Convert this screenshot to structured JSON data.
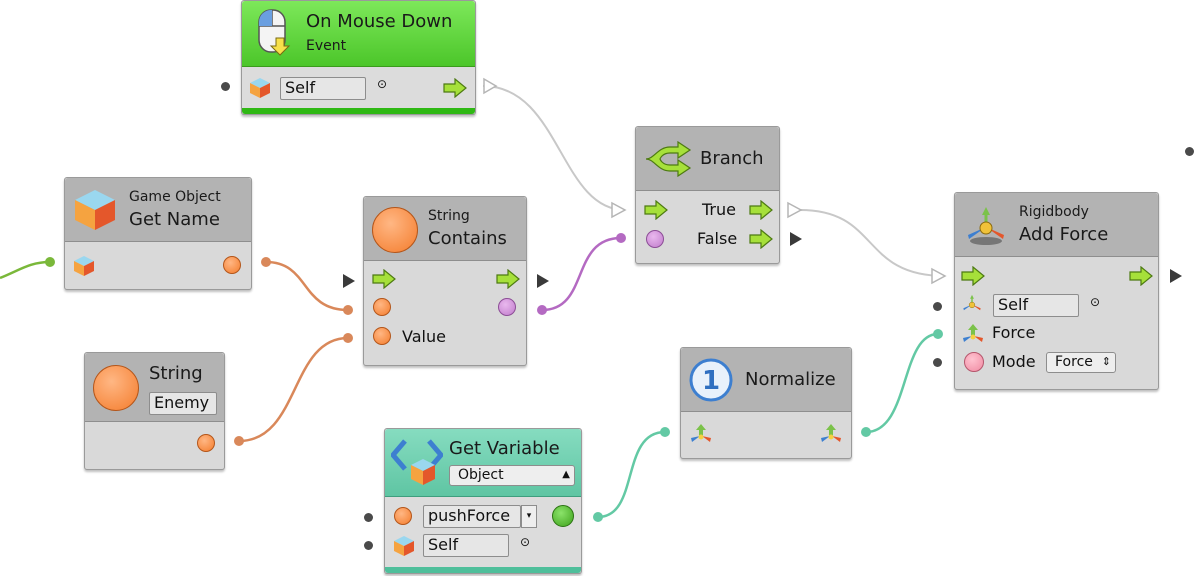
{
  "nodes": {
    "on_mouse_down": {
      "title": "On Mouse Down",
      "subtitle": "Event",
      "target": "Self"
    },
    "get_name": {
      "category": "Game Object",
      "title": "Get Name"
    },
    "string_const": {
      "title": "String",
      "value": "Enemy"
    },
    "string_contains": {
      "category": "String",
      "title": "Contains",
      "value_label": "Value"
    },
    "branch": {
      "title": "Branch",
      "true_label": "True",
      "false_label": "False"
    },
    "get_variable": {
      "title": "Get Variable",
      "type_option": "Object",
      "variable": "pushForce",
      "target": "Self"
    },
    "normalize": {
      "title": "Normalize"
    },
    "add_force": {
      "category": "Rigidbody",
      "title": "Add Force",
      "target": "Self",
      "force_label": "Force",
      "mode_label": "Mode",
      "mode_value": "Force"
    }
  },
  "colors": {
    "event_header": "#5ed63c",
    "variable_header": "#6ecfae",
    "flow_wire": "#c8c8c8",
    "string_wire": "#d9885a",
    "bool_wire": "#b46ac2",
    "vector_wire": "#63c9a4",
    "object_wire": "#7ab83a"
  },
  "icons": [
    "mouse-icon",
    "cube-icon",
    "flow-arrow-icon",
    "branch-icon",
    "string-circle-icon",
    "variable-brackets-icon",
    "number-one-icon",
    "vector-icon",
    "rigidbody-icon",
    "target-dot-icon"
  ]
}
